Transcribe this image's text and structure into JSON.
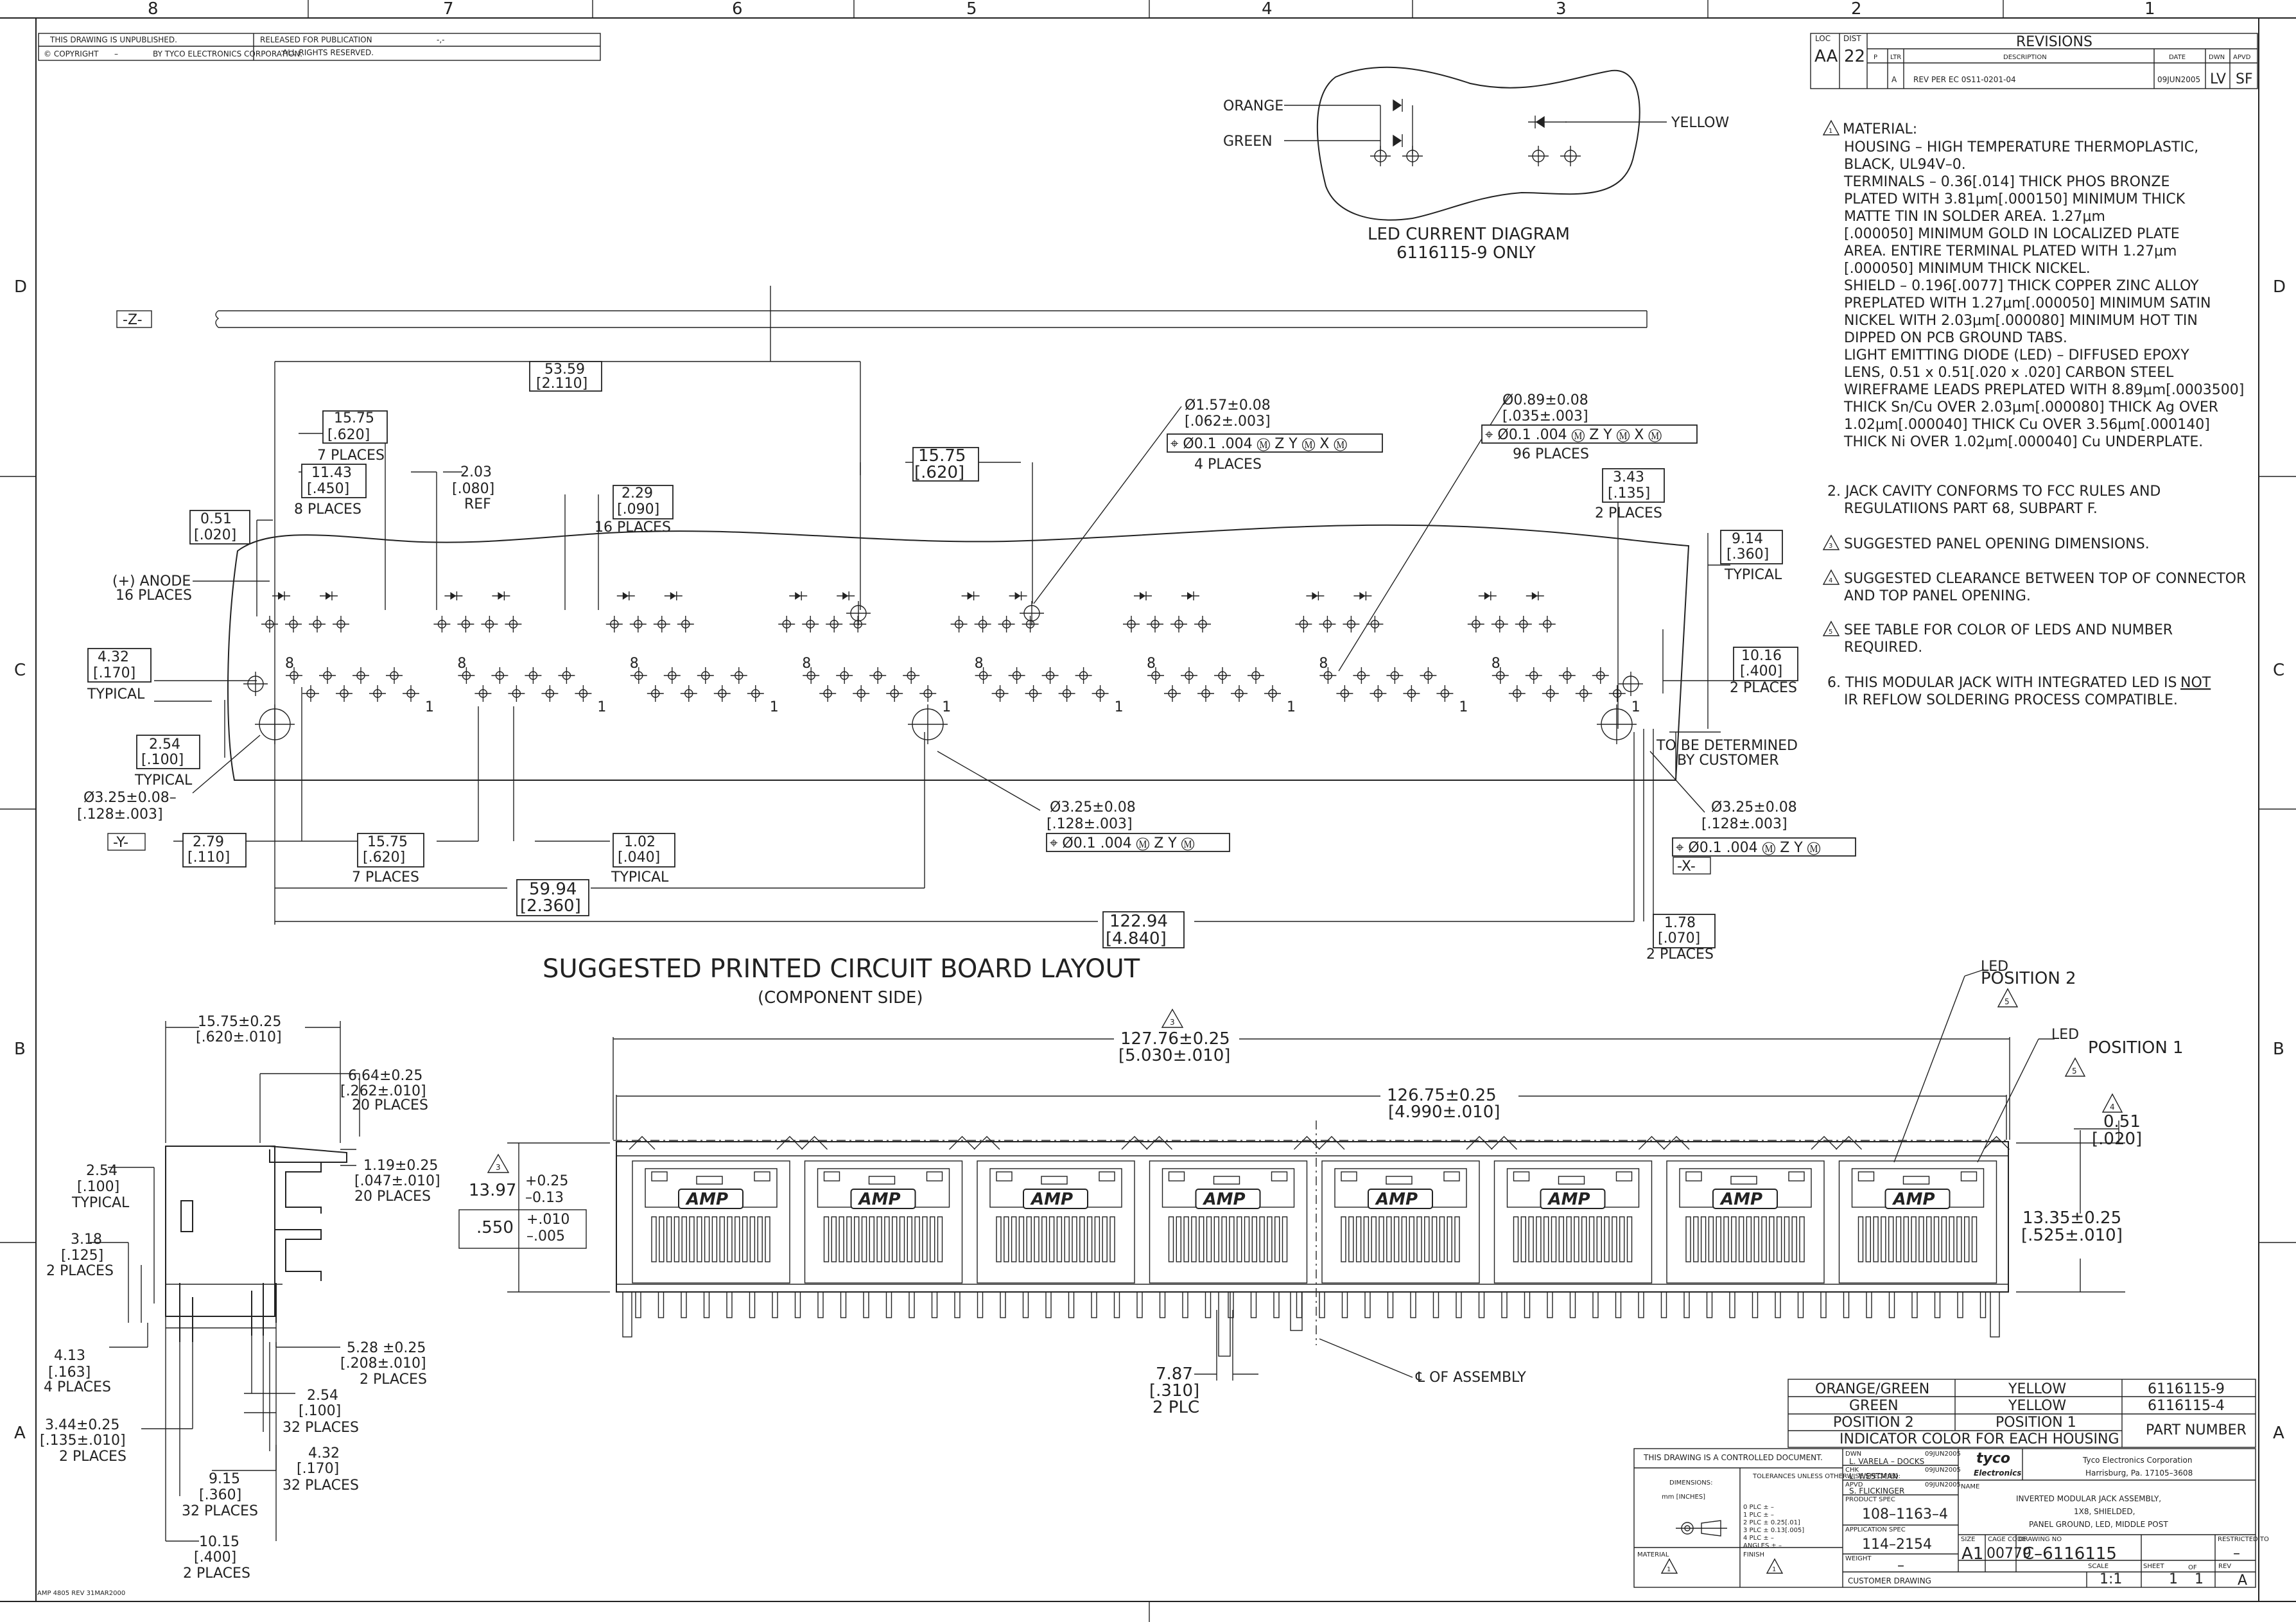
{
  "border": {
    "zones_top": [
      "8",
      "7",
      "6",
      "5",
      "4",
      "3",
      "2",
      "1"
    ],
    "zones_side": [
      "D",
      "C",
      "B",
      "A"
    ]
  },
  "title_strip": {
    "unpublished": "THIS DRAWING IS UNPUBLISHED.",
    "copyright": "COPYRIGHT",
    "copyright_dash": "–",
    "copyright_by": "BY TYCO ELECTRONICS CORPORATION.",
    "released": "RELEASED FOR PUBLICATION",
    "released_dash": "-,-",
    "rights": "ALL RIGHTS RESERVED."
  },
  "revisions": {
    "title": "REVISIONS",
    "loc_label": "LOC",
    "loc": "AA",
    "dist_label": "DIST",
    "dist": "22",
    "p_label": "P",
    "ltr_label": "LTR",
    "desc_label": "DESCRIPTION",
    "date_label": "DATE",
    "dwn_label": "DWN",
    "apvd_label": "APVD",
    "ltr": "A",
    "desc": "REV PER EC 0S11-0201-04",
    "date": "09JUN2005",
    "dwn": "LV",
    "apvd": "SF"
  },
  "led_diagram": {
    "orange": "ORANGE",
    "green": "GREEN",
    "yellow": "YELLOW",
    "title": "LED CURRENT DIAGRAM",
    "subtitle": "6116115-9 ONLY"
  },
  "notes": {
    "n1_head": "MATERIAL:",
    "n1_lines": [
      "HOUSING – HIGH TEMPERATURE THERMOPLASTIC,",
      "BLACK, UL94V–0.",
      "TERMINALS – 0.36[.014] THICK PHOS BRONZE",
      "PLATED WITH 3.81μm[.000150] MINIMUM THICK",
      "MATTE TIN IN SOLDER AREA. 1.27μm",
      "[.000050] MINIMUM GOLD IN LOCALIZED PLATE",
      "AREA. ENTIRE TERMINAL PLATED WITH 1.27μm",
      "[.000050] MINIMUM THICK NICKEL.",
      "SHIELD – 0.196[.0077] THICK COPPER ZINC ALLOY",
      "PREPLATED WITH 1.27μm[.000050] MINIMUM SATIN",
      "NICKEL WITH 2.03μm[.000080] MINIMUM HOT TIN",
      "DIPPED ON PCB GROUND TABS.",
      "LIGHT EMITTING DIODE (LED) – DIFFUSED EPOXY",
      "LENS, 0.51 x 0.51[.020 x .020] CARBON STEEL",
      "WIREFRAME LEADS PREPLATED WITH 8.89μm[.0003500]",
      "THICK Sn/Cu OVER 2.03μm[.000080] THICK Ag OVER",
      "1.02μm[.000040] THICK Cu OVER 3.56μm[.000140]",
      "THICK Ni OVER 1.02μm[.000040] Cu UNDERPLATE."
    ],
    "n2": [
      "2. JACK CAVITY CONFORMS TO FCC RULES AND",
      "REGULATIIONS PART 68, SUBPART F."
    ],
    "n3": "SUGGESTED PANEL OPENING DIMENSIONS.",
    "n4": [
      "SUGGESTED CLEARANCE BETWEEN TOP OF CONNECTOR",
      "AND TOP PANEL OPENING."
    ],
    "n5": [
      "SEE TABLE FOR COLOR OF LEDS AND NUMBER",
      "REQUIRED."
    ],
    "n6": [
      "6. THIS MODULAR JACK WITH INTEGRATED LED IS",
      "NOT",
      "IR REFLOW SOLDERING PROCESS COMPATIBLE."
    ],
    "flag1": "1",
    "flag3": "3",
    "flag4": "4",
    "flag5": "5"
  },
  "pcb": {
    "title": "SUGGESTED PRINTED CIRCUIT BOARD LAYOUT",
    "subtitle": "(COMPONENT SIDE)",
    "datum_z": "-Z-",
    "datum_y": "-Y-",
    "datum_x": "-X-",
    "d_53_59": "53.59",
    "d_2_110": "[2.110]",
    "d_15_75a": "15.75",
    "d_620a": "[.620]",
    "d_7places_a": "7 PLACES",
    "d_11_43": "11.43",
    "d_450": "[.450]",
    "d_8places": "8 PLACES",
    "d_2_03": "2.03",
    "d_080": "[.080]",
    "d_ref": "REF",
    "d_0_51": "0.51",
    "d_020": "[.020]",
    "d_2_29": "2.29",
    "d_090": "[.090]",
    "d_16places": "16 PLACES",
    "d_15_75b": "15.75",
    "d_620b": "[.620]",
    "anode": "(+) ANODE",
    "anode_places": "16 PLACES",
    "d_4_32": "4.32",
    "d_170": "[.170]",
    "d_typical": "TYPICAL",
    "d_2_54": "2.54",
    "d_100": "[.100]",
    "d_typical2": "TYPICAL",
    "d_hole_a": "Ø3.25±0.08–",
    "d_hole_a2": "[.128±.003]",
    "d_2_79": "2.79",
    "d_110": "[.110]",
    "d_15_75c": "15.75",
    "d_620c": "[.620]",
    "d_7places_c": "7 PLACES",
    "d_1_02": "1.02",
    "d_040": "[.040]",
    "d_typical3": "TYPICAL",
    "d_59_94": "59.94",
    "d_2_360": "[2.360]",
    "d_122_94": "122.94",
    "d_4_840": "[4.840]",
    "d_1_78": "1.78",
    "d_070": "[.070]",
    "d_2places_b": "2 PLACES",
    "d_157": "Ø1.57±0.08",
    "d_062": "[.062±.003]",
    "fcf_a": "⌖ Ø0.1 .004 Ⓜ Z Y Ⓜ X Ⓜ",
    "d_4places": "4 PLACES",
    "d_089": "Ø0.89±0.08",
    "d_035": "[.035±.003]",
    "fcf_b": "⌖ Ø0.1 .004 Ⓜ Z Y Ⓜ X Ⓜ",
    "d_96places": "96 PLACES",
    "d_3_43": "3.43",
    "d_135": "[.135]",
    "d_2places": "2 PLACES",
    "d_9_14": "9.14",
    "d_360": "[.360]",
    "d_typical4": "TYPICAL",
    "d_10_16": "10.16",
    "d_400": "[.400]",
    "d_2places_c": "2 PLACES",
    "tbd1": "TO BE DETERMINED",
    "tbd2": "BY CUSTOMER",
    "d_hole_b": "Ø3.25±0.08",
    "d_hole_b2": "[.128±.003]",
    "fcf_c": "⌖ Ø0.1 .004 Ⓜ Z Y Ⓜ",
    "d_hole_c": "Ø3.25±0.08",
    "d_hole_c2": "[.128±.003]",
    "fcf_d": "⌖ Ø0.1 .004 Ⓜ Z Y Ⓜ",
    "pin8": "8",
    "pin1": "1"
  },
  "front": {
    "d_127_76": "127.76±0.25",
    "d_5_030": "[5.030±.010]",
    "d_126_75": "126.75±0.25",
    "d_4_990": "[4.990±.010]",
    "d_13_97": "13.97",
    "tol_p": "+0.25",
    "tol_m": "–0.13",
    "d_550": ".550",
    "tol_p2": "+.010",
    "tol_m2": "–.005",
    "d_0_51": "0.51",
    "d_020": "[.020]",
    "d_13_35": "13.35±0.25",
    "d_525": "[.525±.010]",
    "led_pos2a": "LED",
    "led_pos2b": "POSITION 2",
    "led_pos1a": "LED",
    "led_pos1b": "POSITION 1",
    "d_7_87": "7.87",
    "d_310": "[.310]",
    "d_2plc": "2 PLC",
    "assembly": "℄ OF ASSEMBLY",
    "brand": "AMP"
  },
  "side": {
    "d_15_75": "15.75±0.25",
    "d_620": "[.620±.010]",
    "d_6_64": "6.64±0.25",
    "d_262": "[.262±.010]",
    "d_20places": "20 PLACES",
    "d_1_19": "1.19±0.25",
    "d_047": "[.047±.010]",
    "d_20places_b": "20 PLACES",
    "d_2_54": "2.54",
    "d_100": "[.100]",
    "d_typical": "TYPICAL",
    "d_3_18": "3.18",
    "d_125": "[.125]",
    "d_2places": "2 PLACES",
    "d_4_13": "4.13",
    "d_163": "[.163]",
    "d_4places": "4 PLACES",
    "d_3_44": "3.44±0.25",
    "d_135": "[.135±.010]",
    "d_2places_b": "2 PLACES",
    "d_5_28": "5.28 ±0.25",
    "d_208": "[.208±.010]",
    "d_2places_c": "2 PLACES",
    "d_2_54b": "2.54",
    "d_100b": "[.100]",
    "d_32places": "32 PLACES",
    "d_4_32": "4.32",
    "d_170": "[.170]",
    "d_32places_b": "32 PLACES",
    "d_9_15": "9.15",
    "d_360": "[.360]",
    "d_32places_c": "32 PLACES",
    "d_10_15": "10.15",
    "d_400": "[.400]",
    "d_2places_d": "2 PLACES"
  },
  "color_table": {
    "r1": [
      "ORANGE/GREEN",
      "YELLOW",
      "6116115-9"
    ],
    "r2": [
      "GREEN",
      "YELLOW",
      "6116115-4"
    ],
    "r3": [
      "POSITION 2",
      "POSITION 1"
    ],
    "part_number": "PART NUMBER",
    "r4": "INDICATOR COLOR FOR EACH HOUSING"
  },
  "title_block": {
    "controlled": "THIS DRAWING IS A CONTROLLED DOCUMENT.",
    "dimensions": "DIMENSIONS:",
    "units": "mm [INCHES]",
    "tol_head": "TOLERANCES UNLESS OTHERWISE SPECIFIED:",
    "tol_lines": [
      "0 PLC   ±  –",
      "1 PLC   ±  –",
      "2 PLC   ± 0.25[.01]",
      "3 PLC   ± 0.13[.005]",
      "4 PLC   ±  –",
      "ANGLES  ±  –"
    ],
    "material": "MATERIAL",
    "finish": "FINISH",
    "dwn": "DWN",
    "dwn_name": "L. VARELA – DOCKS",
    "dwn_date": "09JUN2005",
    "chk": "CHK",
    "chk_name": "L. WESTMAN",
    "chk_date": "09JUN2005",
    "apvd": "APVD",
    "apvd_name": "S. FLICKINGER",
    "apvd_date": "09JUN2005",
    "product_spec": "PRODUCT SPEC",
    "product_spec_val": "108–1163–4",
    "app_spec": "APPLICATION SPEC",
    "app_spec_val": "114–2154",
    "weight": "WEIGHT",
    "weight_val": "–",
    "company1": "tyco",
    "company2": "Electronics",
    "corp": "Tyco Electronics Corporation",
    "city": "Harrisburg, Pa. 17105–3608",
    "name_label": "NAME",
    "name1": "INVERTED MODULAR JACK ASSEMBLY,",
    "name2": "1X8, SHIELDED,",
    "name3": "PANEL GROUND, LED, MIDDLE POST",
    "size_label": "SIZE",
    "size": "A1",
    "cage_label": "CAGE CODE",
    "cage": "00779",
    "dwg_label": "DRAWING NO",
    "dwg": "C–6116115",
    "restricted_label": "RESTRICTED TO",
    "restricted": "–",
    "scale_label": "SCALE",
    "scale": "1:1",
    "sheet_label": "SHEET",
    "sheet": "1",
    "of": "OF",
    "sheet_total": "1",
    "rev_label": "REV",
    "rev": "A",
    "customer": "CUSTOMER DRAWING"
  },
  "footer": "AMP 4805 REV 31MAR2000"
}
